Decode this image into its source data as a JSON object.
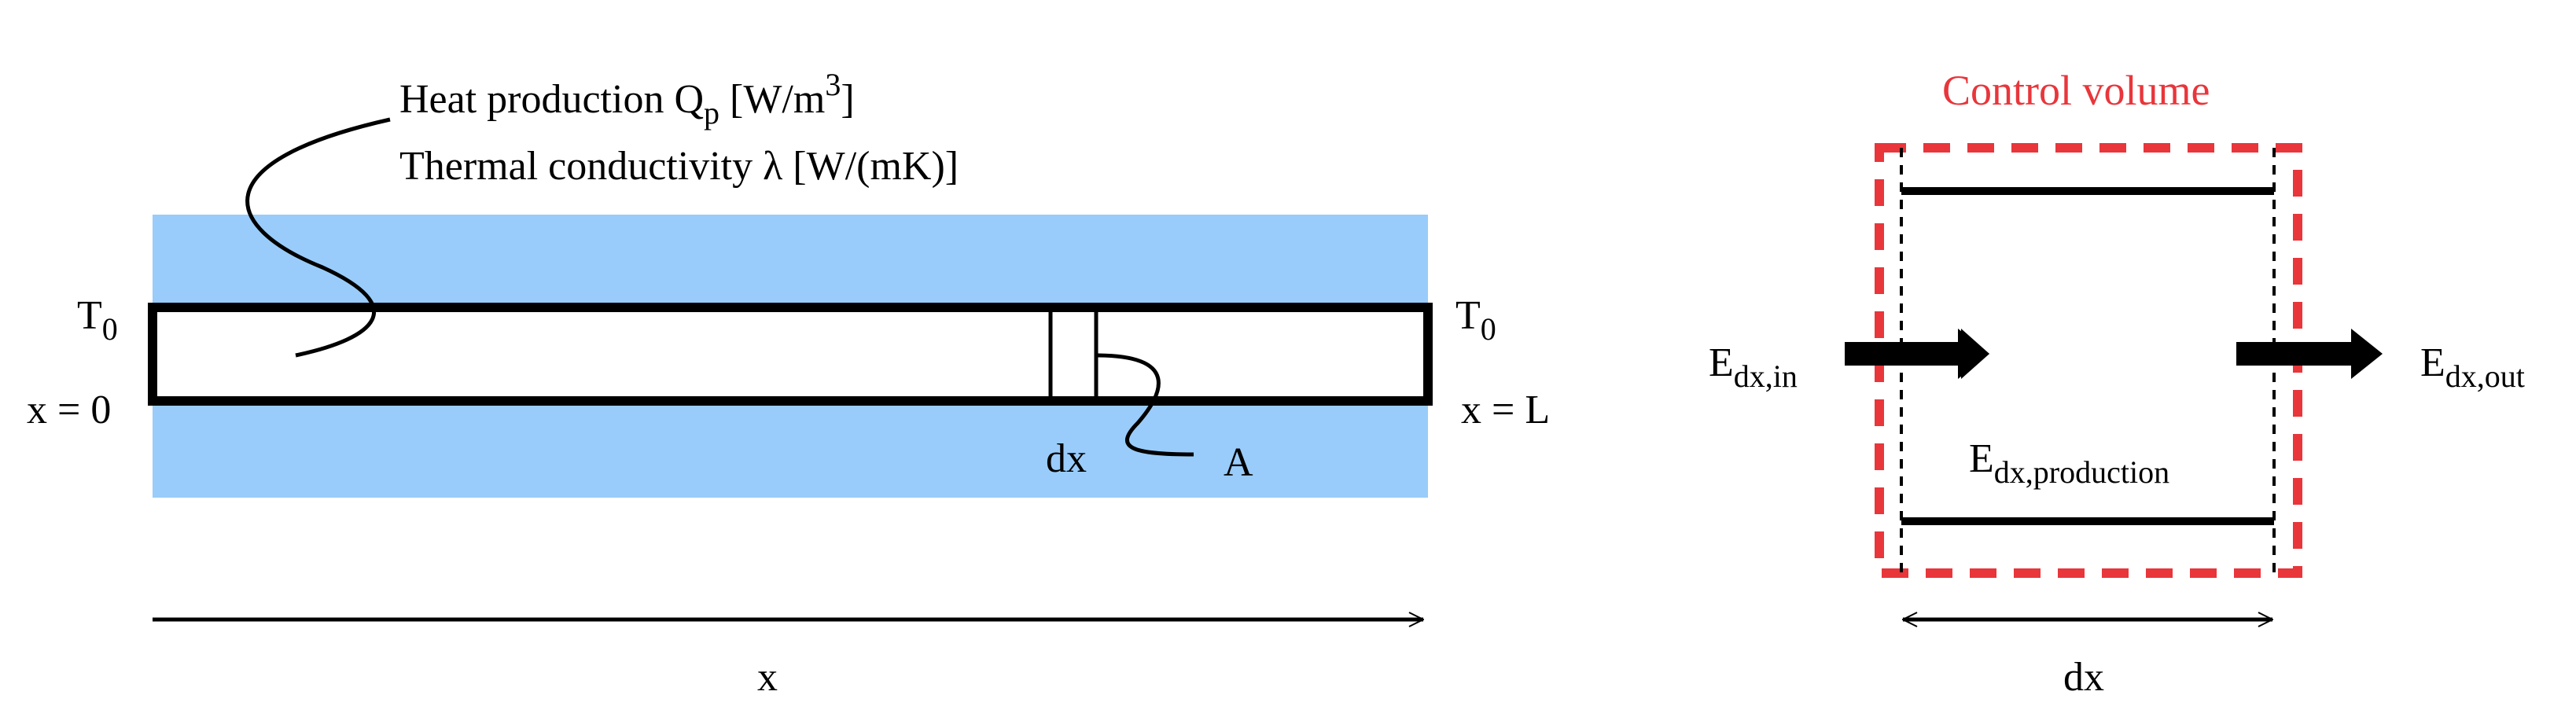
{
  "colors": {
    "insulation": "#99ccfa",
    "control_volume": "#e8363b",
    "ink": "#000000"
  },
  "labels": {
    "heat_production": {
      "main": "Heat production Q",
      "sub": "p",
      "rest": " [W/m",
      "sup": "3",
      "close": "]"
    },
    "thermal_conductivity": "Thermal conductivity λ [W/(mK)]",
    "left_temp": {
      "main": "T",
      "sub": "0"
    },
    "right_temp": {
      "main": "T",
      "sub": "0"
    },
    "left_pos": "x = 0",
    "right_pos": "x = L",
    "element_width": "dx",
    "area": "A",
    "axis": "x",
    "control_volume_title": "Control volume",
    "energy_in": {
      "main": "E",
      "sub": "dx,in"
    },
    "energy_out": {
      "main": "E",
      "sub": "dx,out"
    },
    "energy_production": {
      "main": "E",
      "sub": "dx,production"
    },
    "cv_width": "dx"
  }
}
